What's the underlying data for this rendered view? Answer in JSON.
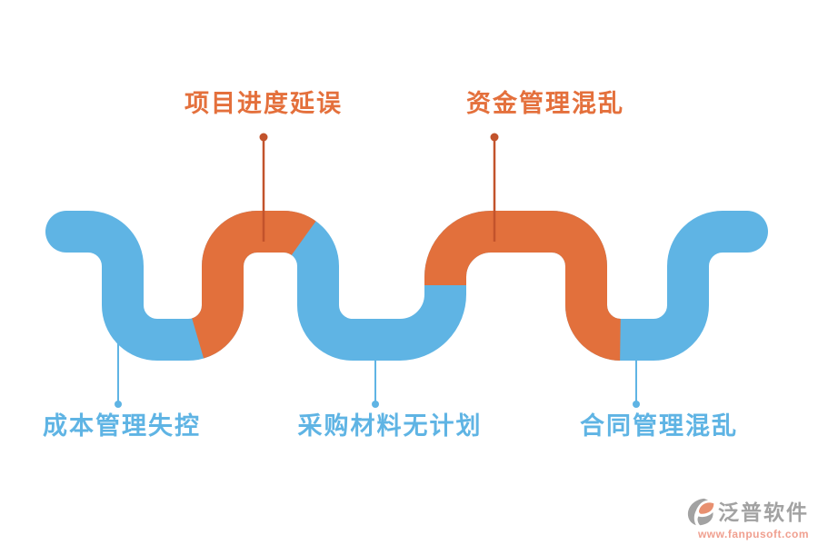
{
  "diagram": {
    "top_labels": [
      {
        "text": "项目进度延误"
      },
      {
        "text": "资金管理混乱"
      }
    ],
    "bottom_labels": [
      {
        "text": "成本管理失控"
      },
      {
        "text": "采购材料无计划"
      },
      {
        "text": "合同管理混乱"
      }
    ]
  },
  "colors": {
    "background": "#FFFFFF",
    "wave-blue": "#5FB4E4",
    "wave-orange": "#E2703C",
    "label-orange": "#E4703C",
    "tick-orange": "#C2532C",
    "logo-gray": "#A2A2A2",
    "logo-salmon": "#E89070",
    "url-pink": "#F0A090"
  },
  "watermark": {
    "brand": "泛普软件",
    "url": "www.fanpusoft.com"
  }
}
